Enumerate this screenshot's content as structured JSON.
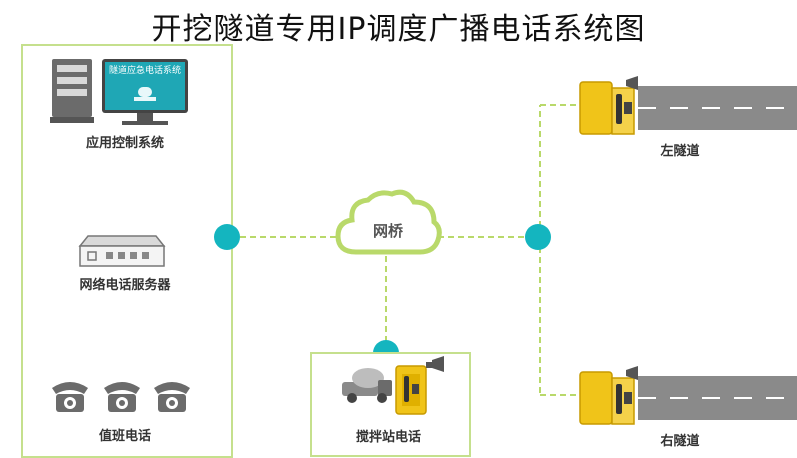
{
  "title": "开挖隧道专用IP调度广播电话系统图",
  "control": {
    "monitor_text": "隧道应急电话系统",
    "system_label": "应用控制系统",
    "server_label": "网络电话服务器",
    "duty_label": "值班电话"
  },
  "network": {
    "bridge_label": "网桥"
  },
  "mixing_station": {
    "label": "搅拌站电话"
  },
  "tunnels": {
    "left_label": "左隧道",
    "right_label": "右隧道"
  },
  "colors": {
    "panel_border": "#c5e08d",
    "node": "#14b5bf",
    "wire": "#b9d96a",
    "phone_yellow": "#f0c419",
    "road": "#8a8a8a"
  }
}
